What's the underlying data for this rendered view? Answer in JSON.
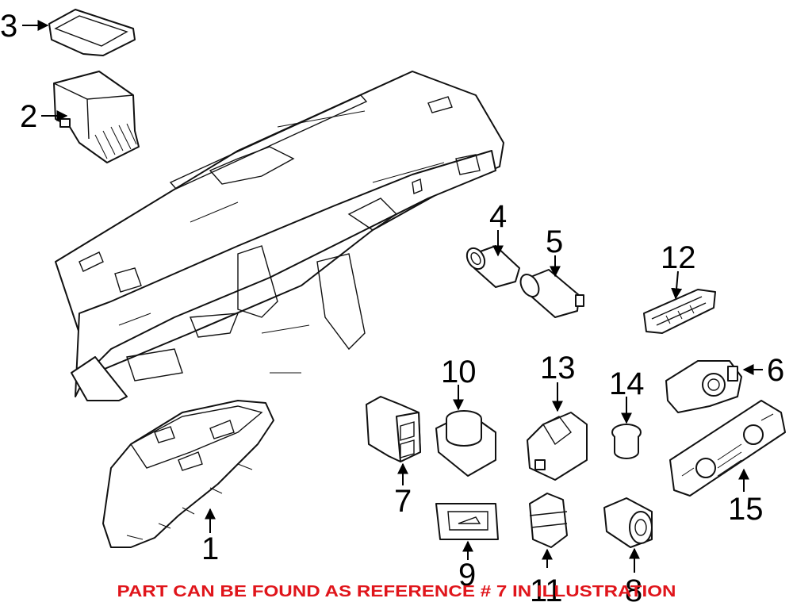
{
  "callouts": [
    {
      "id": "1",
      "label": "1"
    },
    {
      "id": "2",
      "label": "2"
    },
    {
      "id": "3",
      "label": "3"
    },
    {
      "id": "4",
      "label": "4"
    },
    {
      "id": "5",
      "label": "5"
    },
    {
      "id": "6",
      "label": "6"
    },
    {
      "id": "7",
      "label": "7"
    },
    {
      "id": "8",
      "label": "8"
    },
    {
      "id": "9",
      "label": "9"
    },
    {
      "id": "10",
      "label": "10"
    },
    {
      "id": "11",
      "label": "11"
    },
    {
      "id": "12",
      "label": "12"
    },
    {
      "id": "13",
      "label": "13"
    },
    {
      "id": "14",
      "label": "14"
    },
    {
      "id": "15",
      "label": "15"
    }
  ],
  "notice": "PART CAN BE FOUND AS REFERENCE # 7 IN ILLUSTRATION",
  "colors": {
    "notice": "#e0151b",
    "linework": "#111111",
    "background": "#ffffff"
  }
}
